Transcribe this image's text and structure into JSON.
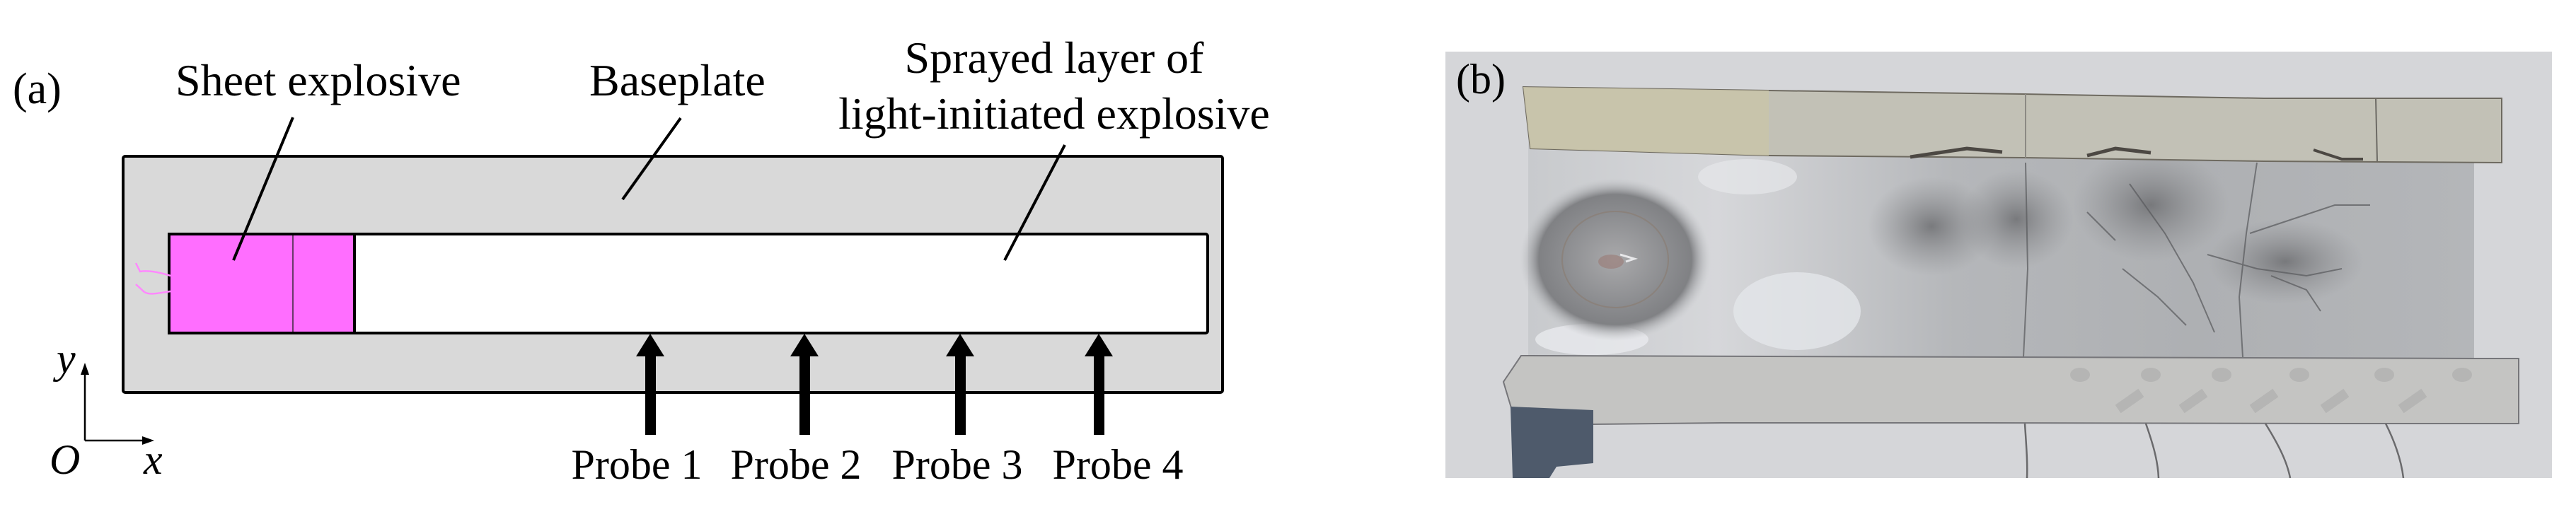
{
  "panel_a": {
    "label": "(a)",
    "callouts": {
      "sheet_explosive": "Sheet explosive",
      "baseplate": "Baseplate",
      "sprayed_line1": "Sprayed layer of",
      "sprayed_line2": "light-initiated explosive"
    },
    "axes": {
      "origin": "O",
      "x": "x",
      "y": "y"
    },
    "probes": [
      {
        "label": "Probe 1"
      },
      {
        "label": "Probe 2"
      },
      {
        "label": "Probe 3"
      },
      {
        "label": "Probe 4"
      }
    ],
    "colors": {
      "baseplate": "#d9d9d9",
      "sheet_explosive": "#ff6eff",
      "sprayed_layer": "#ffffff",
      "outline": "#000000"
    }
  },
  "panel_b": {
    "label": "(b)",
    "description": "Photo of tested baseplate with burn marks, tape strips and probe wires",
    "colors": {
      "background": "#d5d6d9",
      "metal": "#b9bcc0",
      "tape_top": "#c9c4aa",
      "tape_bottom": "#c4c4c2",
      "burn": "#7f8083"
    }
  }
}
